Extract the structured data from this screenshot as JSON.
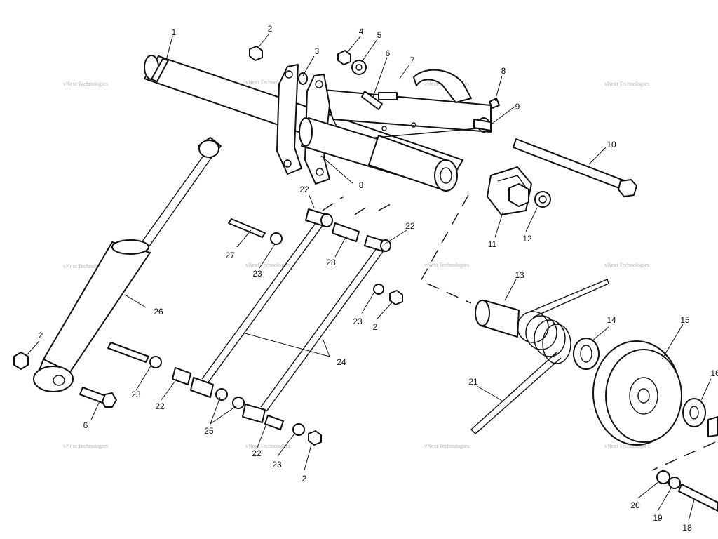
{
  "watermark": "vNext Technologies",
  "callouts": {
    "c1": "1",
    "c2a": "2",
    "c3": "3",
    "c4": "4",
    "c5": "5",
    "c6a": "6",
    "c7": "7",
    "c8a": "8",
    "c8b": "8",
    "c9": "9",
    "c10": "10",
    "c11": "11",
    "c12": "12",
    "c13": "13",
    "c14": "14",
    "c15": "15",
    "c16": "16",
    "c18": "18",
    "c19": "19",
    "c20": "20",
    "c21": "21",
    "c22a": "22",
    "c22b": "22",
    "c22c": "22",
    "c22d": "22",
    "c23a": "23",
    "c23b": "23",
    "c23c": "23",
    "c23d": "23",
    "c24": "24",
    "c25": "25",
    "c26": "26",
    "c27": "27",
    "c28": "28",
    "c2b": "2",
    "c2c": "2",
    "c2d": "2",
    "c6b": "6"
  }
}
